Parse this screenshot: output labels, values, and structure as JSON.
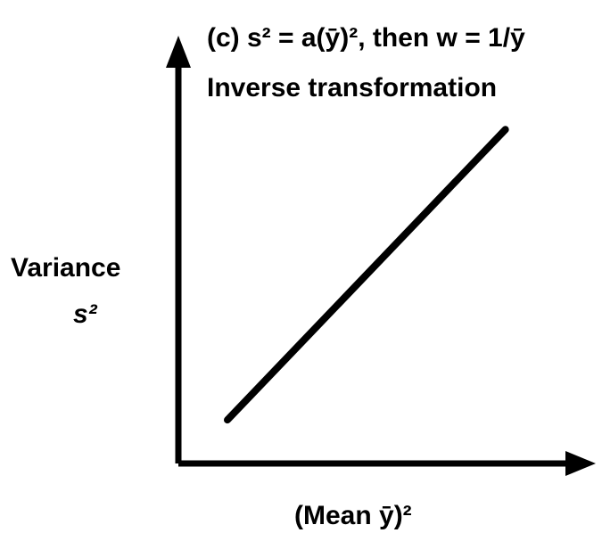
{
  "chart_data": {
    "type": "line",
    "title": "(c) s² = a(ȳ)², then w = 1/ȳ",
    "subtitle": "Inverse transformation",
    "xlabel": "(Mean ȳ)²",
    "ylabel": "Variance",
    "ylabel_symbol": "s²",
    "series": [
      {
        "x": [
          0.15,
          1.0
        ],
        "y": [
          0.12,
          0.92
        ]
      }
    ],
    "xlim": [
      0,
      1.2
    ],
    "ylim": [
      0,
      1.1
    ],
    "grid": false,
    "legend": "none",
    "colors": {
      "line": "#000000",
      "axis": "#000000",
      "text": "#000000"
    }
  }
}
